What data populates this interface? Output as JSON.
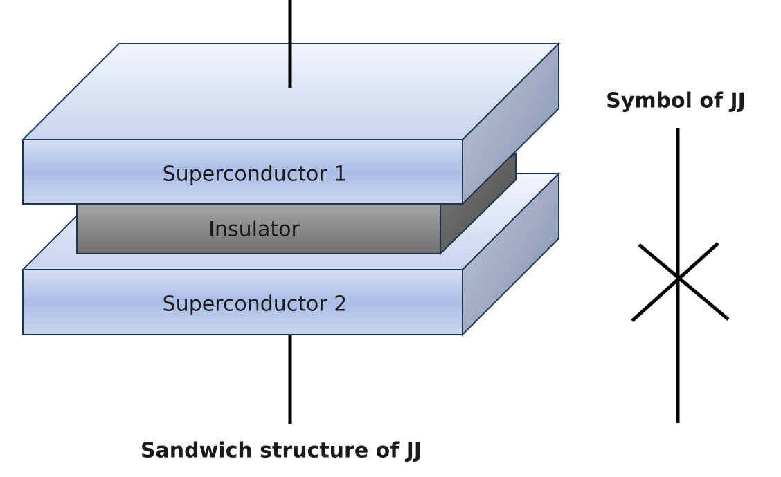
{
  "labels": {
    "superconductor_top": "Superconductor 1",
    "insulator": "Insulator",
    "superconductor_bottom": "Superconductor 2",
    "symbol_title": "Symbol of JJ",
    "structure_caption": "Sandwich structure of JJ"
  },
  "colors": {
    "superconductor_top_face": "#e8eef9",
    "superconductor_front": "#b7c8e8",
    "superconductor_side": "#9aa9c2",
    "insulator_front": "#8a8a8a",
    "insulator_side": "#5f5f5f",
    "outline": "#1f3556",
    "wire": "#000000"
  },
  "icons": {
    "junction_symbol": "josephson-junction-cross-icon"
  }
}
